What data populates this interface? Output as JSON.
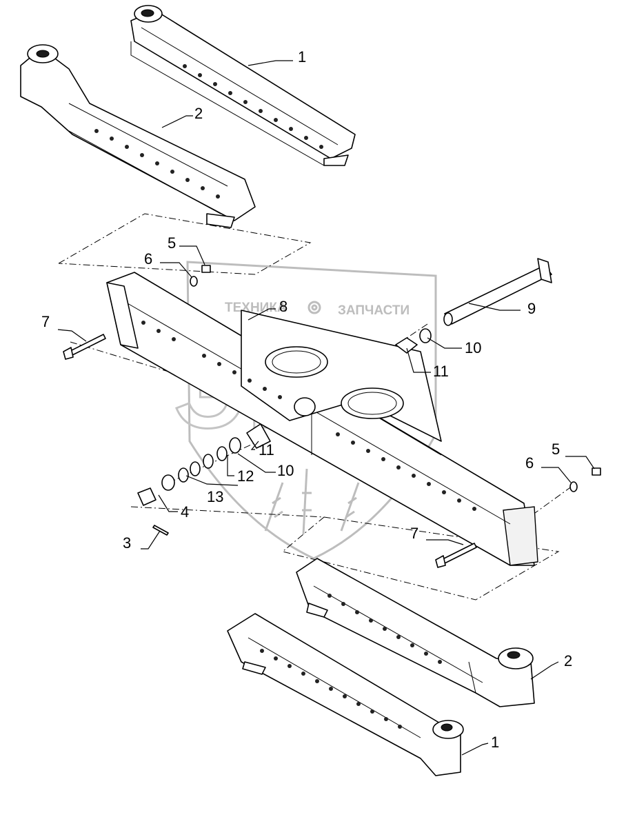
{
  "watermark": {
    "left_text": "ТЕХНИКА",
    "right_text": "ЗАПЧАСТИ",
    "logo_text": "ЭПФ",
    "gear_icon": "gear-icon"
  },
  "callouts": [
    {
      "id": "c1a",
      "label": "1"
    },
    {
      "id": "c2a",
      "label": "2"
    },
    {
      "id": "c5a",
      "label": "5"
    },
    {
      "id": "c6a",
      "label": "6"
    },
    {
      "id": "c8",
      "label": "8"
    },
    {
      "id": "c9",
      "label": "9"
    },
    {
      "id": "c7a",
      "label": "7"
    },
    {
      "id": "c10a",
      "label": "10"
    },
    {
      "id": "c11a",
      "label": "11"
    },
    {
      "id": "c11b",
      "label": "11"
    },
    {
      "id": "c12",
      "label": "12"
    },
    {
      "id": "c10b",
      "label": "10"
    },
    {
      "id": "c13",
      "label": "13"
    },
    {
      "id": "c4",
      "label": "4"
    },
    {
      "id": "c3",
      "label": "3"
    },
    {
      "id": "c5b",
      "label": "5"
    },
    {
      "id": "c6b",
      "label": "6"
    },
    {
      "id": "c7b",
      "label": "7"
    },
    {
      "id": "c2b",
      "label": "2"
    },
    {
      "id": "c1b",
      "label": "1"
    }
  ]
}
